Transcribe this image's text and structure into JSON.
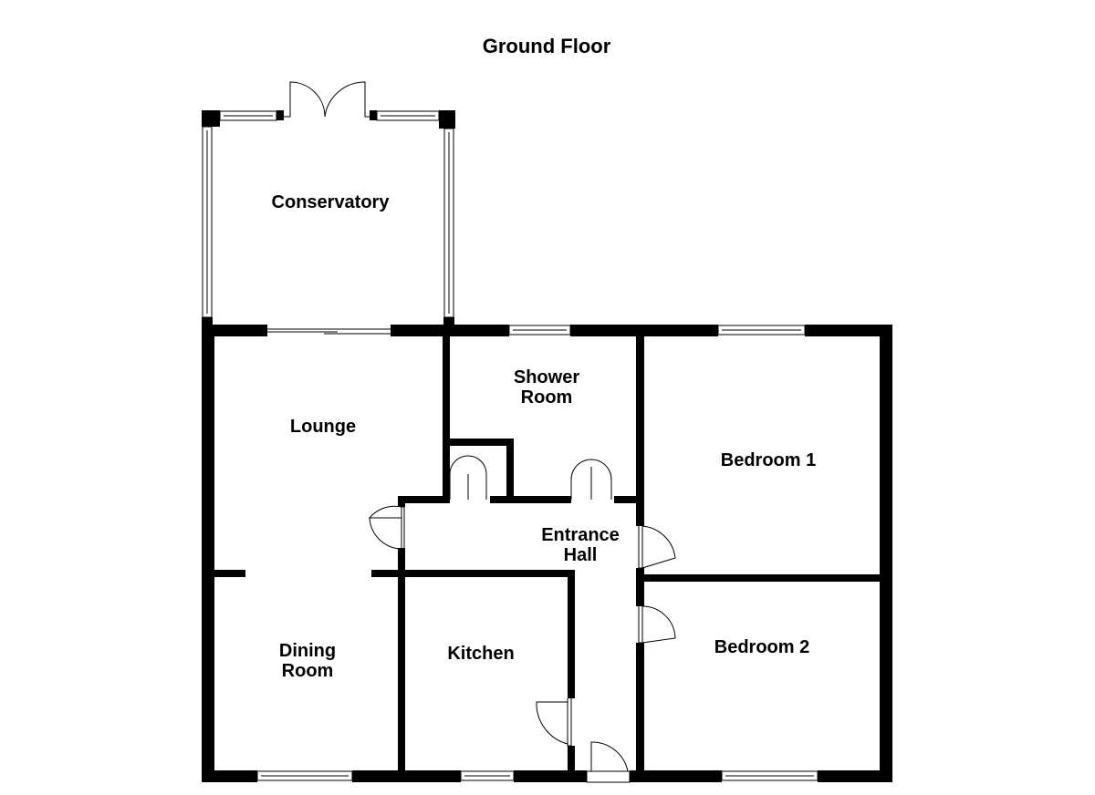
{
  "plan": {
    "title": "Ground Floor",
    "rooms": {
      "conservatory": "Conservatory",
      "lounge": "Lounge",
      "shower_room_line1": "Shower",
      "shower_room_line2": "Room",
      "bedroom1": "Bedroom 1",
      "entrance_hall_line1": "Entrance",
      "entrance_hall_line2": "Hall",
      "dining_room_line1": "Dining",
      "dining_room_line2": "Room",
      "kitchen": "Kitchen",
      "bedroom2": "Bedroom 2"
    }
  },
  "colors": {
    "wall": "#000000",
    "background": "#ffffff"
  }
}
